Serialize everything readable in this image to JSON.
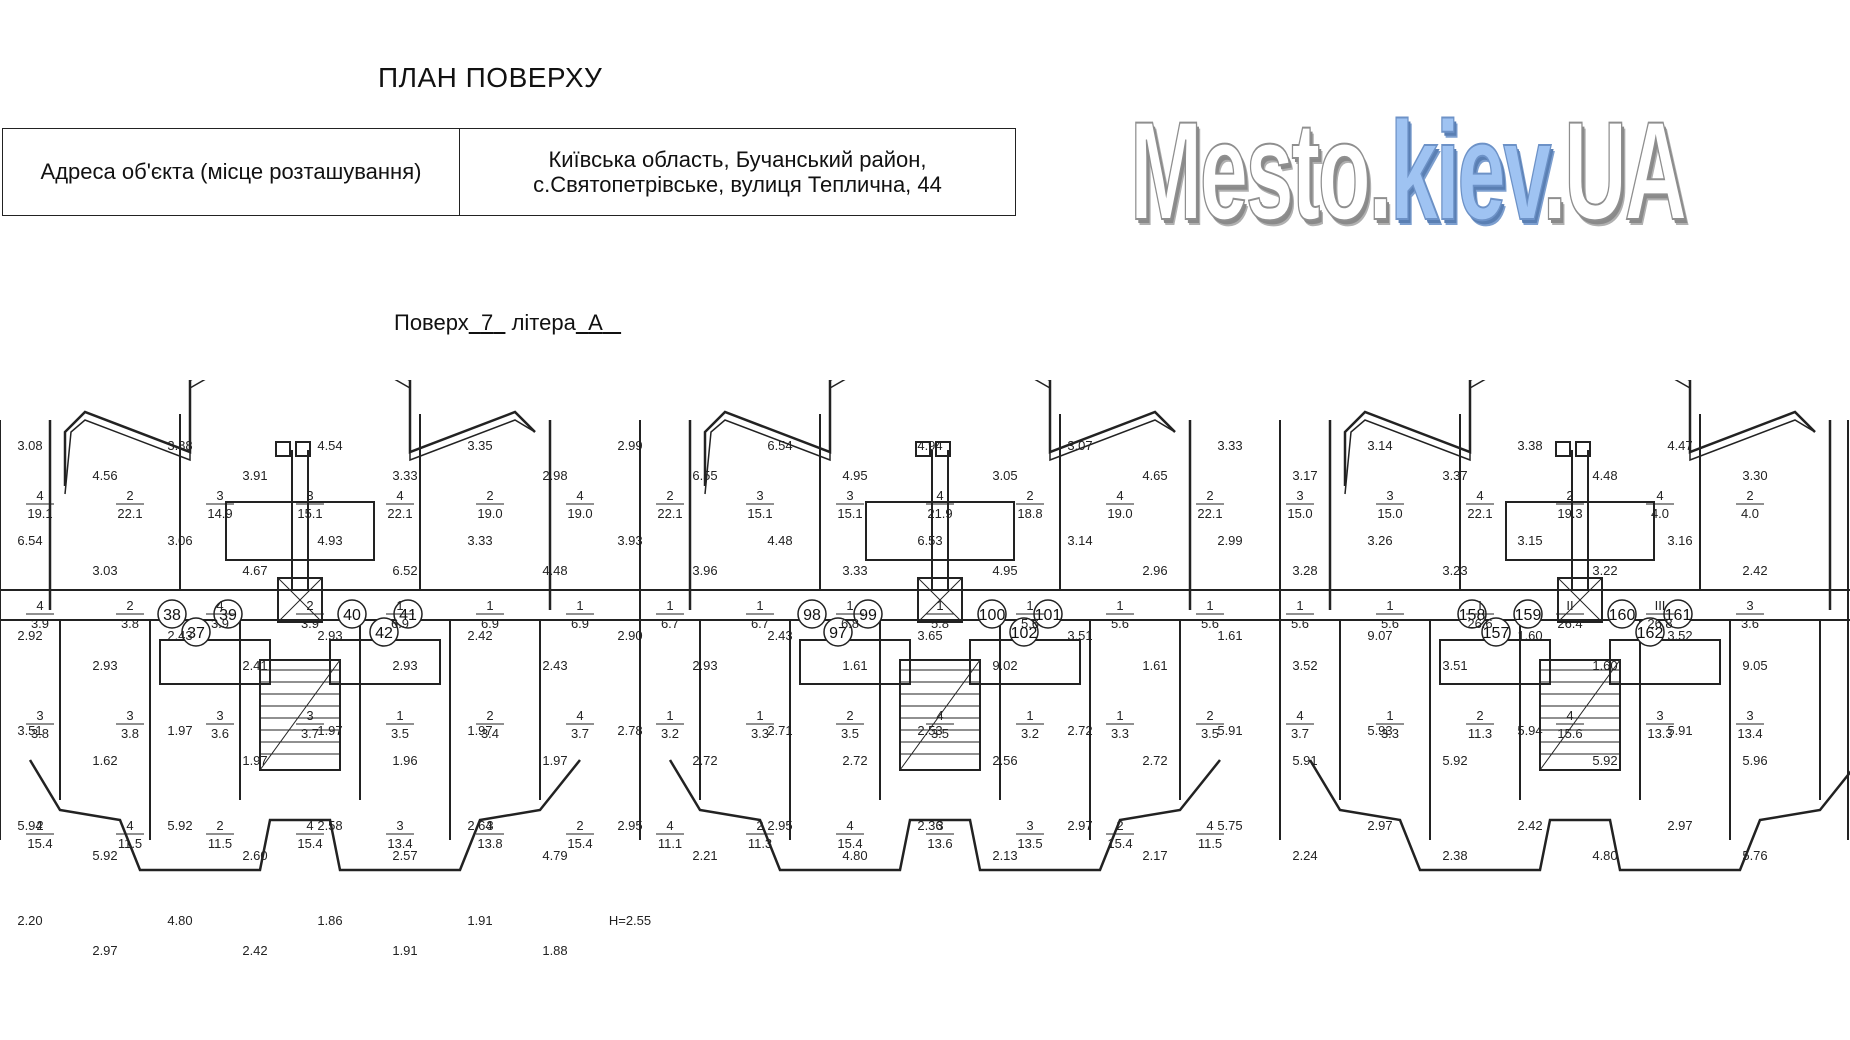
{
  "header": {
    "title": "ПЛАН ПОВЕРХУ",
    "address_label": "Адреса об'єкта (місце розташування)",
    "address_line1": "Київська область, Бучанський район,",
    "address_line2": "с.Святопетрівське, вулиця Теплична, 44",
    "floor_prefix": "Поверх",
    "floor_number": "7",
    "litera_prefix": "літера",
    "litera_value": "А"
  },
  "watermark": {
    "part1": "Mesto.",
    "part2": "kiev",
    "part3": ".UA"
  },
  "plan": {
    "apartment_numbers": [
      "38",
      "39",
      "37",
      "40",
      "41",
      "42",
      "98",
      "97",
      "99",
      "100",
      "101",
      "102",
      "158",
      "157",
      "159",
      "160",
      "161",
      "162"
    ],
    "dimensions": [
      "3.08",
      "4.56",
      "3.88",
      "3.91",
      "4.54",
      "3.33",
      "3.35",
      "2.98",
      "2.99",
      "6.55",
      "6.54",
      "4.95",
      "4.94",
      "3.05",
      "3.07",
      "4.65",
      "3.33",
      "3.17",
      "3.14",
      "3.37",
      "3.38",
      "4.48",
      "4.47",
      "3.30",
      "6.54",
      "3.03",
      "3.06",
      "4.67",
      "4.93",
      "6.52",
      "3.33",
      "4.48",
      "3.93",
      "3.96",
      "4.48",
      "3.33",
      "6.53",
      "4.95",
      "3.14",
      "2.96",
      "2.99",
      "3.28",
      "3.26",
      "3.23",
      "3.15",
      "3.22",
      "3.16",
      "2.42",
      "2.92",
      "2.93",
      "2.43",
      "2.41",
      "2.93",
      "2.93",
      "2.42",
      "2.43",
      "2.90",
      "2.93",
      "2.43",
      "1.61",
      "3.65",
      "9.02",
      "3.51",
      "1.61",
      "1.61",
      "3.52",
      "9.07",
      "3.51",
      "1.60",
      "1.60",
      "3.52",
      "9.05",
      "3.51",
      "1.62",
      "1.97",
      "1.97",
      "1.97",
      "1.96",
      "1.97",
      "1.97",
      "2.78",
      "2.72",
      "2.71",
      "2.72",
      "2.53",
      "2.56",
      "2.72",
      "2.72",
      "5.91",
      "5.91",
      "5.93",
      "5.92",
      "5.94",
      "5.92",
      "5.91",
      "5.96",
      "5.94",
      "5.92",
      "5.92",
      "2.60",
      "2.58",
      "2.57",
      "2.64",
      "4.79",
      "2.95",
      "2.21",
      "2.95",
      "4.80",
      "2.36",
      "2.13",
      "2.97",
      "2.17",
      "5.75",
      "2.24",
      "2.97",
      "2.38",
      "2.42",
      "4.80",
      "2.97",
      "5.76",
      "2.20",
      "2.97",
      "4.80",
      "2.42",
      "1.86",
      "1.91",
      "1.91",
      "1.88",
      "H=2.55"
    ],
    "rooms": [
      {
        "n": "4",
        "a": "19.1"
      },
      {
        "n": "2",
        "a": "22.1"
      },
      {
        "n": "3",
        "a": "14.9"
      },
      {
        "n": "3",
        "a": "15.1"
      },
      {
        "n": "4",
        "a": "22.1"
      },
      {
        "n": "2",
        "a": "19.0"
      },
      {
        "n": "4",
        "a": "19.0"
      },
      {
        "n": "2",
        "a": "22.1"
      },
      {
        "n": "3",
        "a": "15.1"
      },
      {
        "n": "3",
        "a": "15.1"
      },
      {
        "n": "4",
        "a": "21.9"
      },
      {
        "n": "2",
        "a": "18.8"
      },
      {
        "n": "4",
        "a": "19.0"
      },
      {
        "n": "2",
        "a": "22.1"
      },
      {
        "n": "3",
        "a": "15.0"
      },
      {
        "n": "3",
        "a": "15.0"
      },
      {
        "n": "4",
        "a": "22.1"
      },
      {
        "n": "2",
        "a": "19.3"
      },
      {
        "n": "4",
        "a": "4.0"
      },
      {
        "n": "2",
        "a": "4.0"
      },
      {
        "n": "4",
        "a": "3.9"
      },
      {
        "n": "2",
        "a": "3.8"
      },
      {
        "n": "4",
        "a": "3.9"
      },
      {
        "n": "2",
        "a": "3.9"
      },
      {
        "n": "1",
        "a": "6.9"
      },
      {
        "n": "1",
        "a": "6.9"
      },
      {
        "n": "1",
        "a": "6.9"
      },
      {
        "n": "1",
        "a": "6.7"
      },
      {
        "n": "1",
        "a": "6.7"
      },
      {
        "n": "1",
        "a": "6.8"
      },
      {
        "n": "1",
        "a": "5.8"
      },
      {
        "n": "1",
        "a": "5.6"
      },
      {
        "n": "1",
        "a": "5.6"
      },
      {
        "n": "1",
        "a": "5.6"
      },
      {
        "n": "1",
        "a": "5.6"
      },
      {
        "n": "1",
        "a": "5.6"
      },
      {
        "n": "I",
        "a": "26.6"
      },
      {
        "n": "II",
        "a": "26.4"
      },
      {
        "n": "III",
        "a": "26.8"
      },
      {
        "n": "3",
        "a": "3.6"
      },
      {
        "n": "3",
        "a": "3.8"
      },
      {
        "n": "3",
        "a": "3.8"
      },
      {
        "n": "3",
        "a": "3.6"
      },
      {
        "n": "3",
        "a": "3.7"
      },
      {
        "n": "1",
        "a": "3.5"
      },
      {
        "n": "2",
        "a": "3.4"
      },
      {
        "n": "4",
        "a": "3.7"
      },
      {
        "n": "1",
        "a": "3.2"
      },
      {
        "n": "1",
        "a": "3.3"
      },
      {
        "n": "2",
        "a": "3.5"
      },
      {
        "n": "4",
        "a": "3.5"
      },
      {
        "n": "1",
        "a": "3.2"
      },
      {
        "n": "1",
        "a": "3.3"
      },
      {
        "n": "2",
        "a": "3.5"
      },
      {
        "n": "4",
        "a": "3.7"
      },
      {
        "n": "1",
        "a": "3.3"
      },
      {
        "n": "2",
        "a": "11.3"
      },
      {
        "n": "4",
        "a": "15.6"
      },
      {
        "n": "3",
        "a": "13.3"
      },
      {
        "n": "3",
        "a": "13.4"
      },
      {
        "n": "2",
        "a": "15.4"
      },
      {
        "n": "4",
        "a": "11.5"
      },
      {
        "n": "2",
        "a": "11.5"
      },
      {
        "n": "4",
        "a": "15.4"
      },
      {
        "n": "3",
        "a": "13.4"
      },
      {
        "n": "3",
        "a": "13.8"
      },
      {
        "n": "2",
        "a": "15.4"
      },
      {
        "n": "4",
        "a": "11.1"
      },
      {
        "n": "2",
        "a": "11.3"
      },
      {
        "n": "4",
        "a": "15.4"
      },
      {
        "n": "3",
        "a": "13.6"
      },
      {
        "n": "3",
        "a": "13.5"
      },
      {
        "n": "2",
        "a": "15.4"
      },
      {
        "n": "4",
        "a": "11.5"
      }
    ]
  }
}
